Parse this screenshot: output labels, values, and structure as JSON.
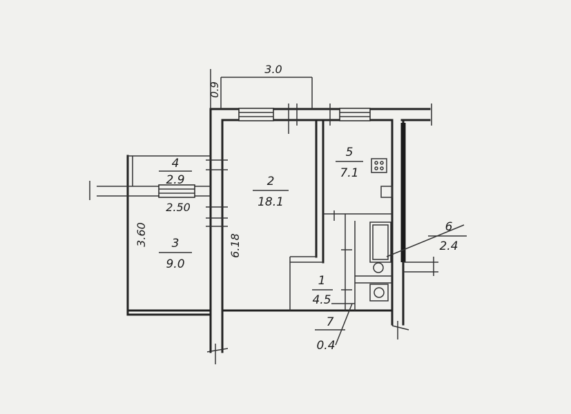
{
  "plan": {
    "rooms": [
      {
        "number": "1",
        "area": "4.5"
      },
      {
        "number": "2",
        "area": "18.1"
      },
      {
        "number": "3",
        "area": "9.0"
      },
      {
        "number": "4",
        "area": "2.9"
      },
      {
        "number": "5",
        "area": "7.1"
      },
      {
        "number": "6",
        "area": "2.4"
      },
      {
        "number": "7",
        "area": "0.4"
      }
    ],
    "dimensions": {
      "top_width": "3.0",
      "top_offset": "0.9",
      "room3_width": "2.50",
      "room3_height": "3.60",
      "room2_height": "6.18"
    }
  }
}
